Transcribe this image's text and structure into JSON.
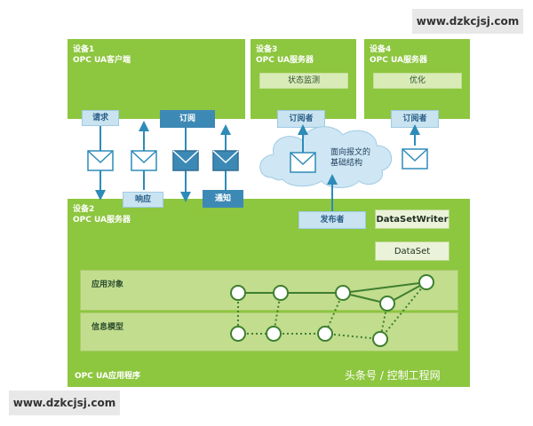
{
  "watermark_top": "www.dzkcjsj.com",
  "watermark_bottom": "www.dzkcjsj.com",
  "credit": "头条号 / 控制工程网",
  "device1": {
    "line1": "设备1",
    "line2": "OPC UA客户端"
  },
  "device3": {
    "line1": "设备3",
    "line2": "OPC UA服务器",
    "box": "状态监测"
  },
  "device4": {
    "line1": "设备4",
    "line2": "OPC UA服务器",
    "box": "优化"
  },
  "device2": {
    "line1": "设备2",
    "line2": "OPC UA服务器",
    "bottom": "OPC UA应用程序"
  },
  "labels": {
    "request": "请求",
    "subscribe": "订阅",
    "response": "响应",
    "notify": "通知",
    "subscriber3": "订阅者",
    "subscriber4": "订阅者",
    "publisher": "发布者",
    "dataset_writer": "DataSetWriter",
    "dataset": "DataSet",
    "cloud_line1": "面向报文的",
    "cloud_line2": "基础结构",
    "app_objects": "应用对象",
    "info_model": "信息模型"
  },
  "colors": {
    "green": "#8dc63f",
    "light_blue": "#c9e3f1",
    "dark_blue": "#3d89b6",
    "cloud": "#cfe6f4",
    "arrow": "#2e8bb8",
    "node_line": "#3f7f2f"
  },
  "icons": [
    "envelope-icon",
    "cloud-icon",
    "arrow-icon"
  ]
}
